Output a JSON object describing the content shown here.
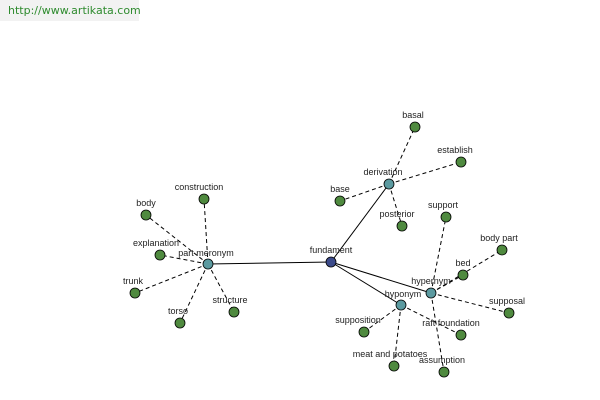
{
  "header": {
    "url": "http://www.artikata.com"
  },
  "colors": {
    "center": "#3b4a8a",
    "relation": "#5b9aa0",
    "leaf": "#4f8a3f",
    "stroke": "#000000"
  },
  "graph": {
    "center": {
      "id": "fundament",
      "label": "fundament"
    },
    "relations": [
      {
        "id": "derivation",
        "label": "derivation"
      },
      {
        "id": "part-meronym",
        "label": "part meronym"
      },
      {
        "id": "hypernym",
        "label": "hypernym"
      },
      {
        "id": "hyponym",
        "label": "hyponym"
      }
    ],
    "leaves": [
      {
        "id": "basal",
        "label": "basal",
        "relation": "derivation"
      },
      {
        "id": "establish",
        "label": "establish",
        "relation": "derivation"
      },
      {
        "id": "base",
        "label": "base",
        "relation": "derivation"
      },
      {
        "id": "posterior",
        "label": "posterior",
        "relation": "derivation"
      },
      {
        "id": "construction",
        "label": "construction",
        "relation": "part-meronym"
      },
      {
        "id": "body",
        "label": "body",
        "relation": "part-meronym"
      },
      {
        "id": "explanation",
        "label": "explanation",
        "relation": "part-meronym"
      },
      {
        "id": "trunk",
        "label": "trunk",
        "relation": "part-meronym"
      },
      {
        "id": "torso",
        "label": "torso",
        "relation": "part-meronym"
      },
      {
        "id": "structure",
        "label": "structure",
        "relation": "part-meronym"
      },
      {
        "id": "support",
        "label": "support",
        "relation": "hypernym"
      },
      {
        "id": "body-part",
        "label": "body part",
        "relation": "hypernym"
      },
      {
        "id": "bed",
        "label": "bed",
        "relation": "hypernym"
      },
      {
        "id": "supposal",
        "label": "supposal",
        "relation": "hypernym"
      },
      {
        "id": "assumption",
        "label": "assumption",
        "relation": "hypernym"
      },
      {
        "id": "supposition",
        "label": "supposition",
        "relation": "hyponym"
      },
      {
        "id": "raft-foundation",
        "label": "raft foundation",
        "relation": "hyponym"
      },
      {
        "id": "meat-and-potatoes",
        "label": "meat and potatoes",
        "relation": "hyponym"
      }
    ]
  }
}
